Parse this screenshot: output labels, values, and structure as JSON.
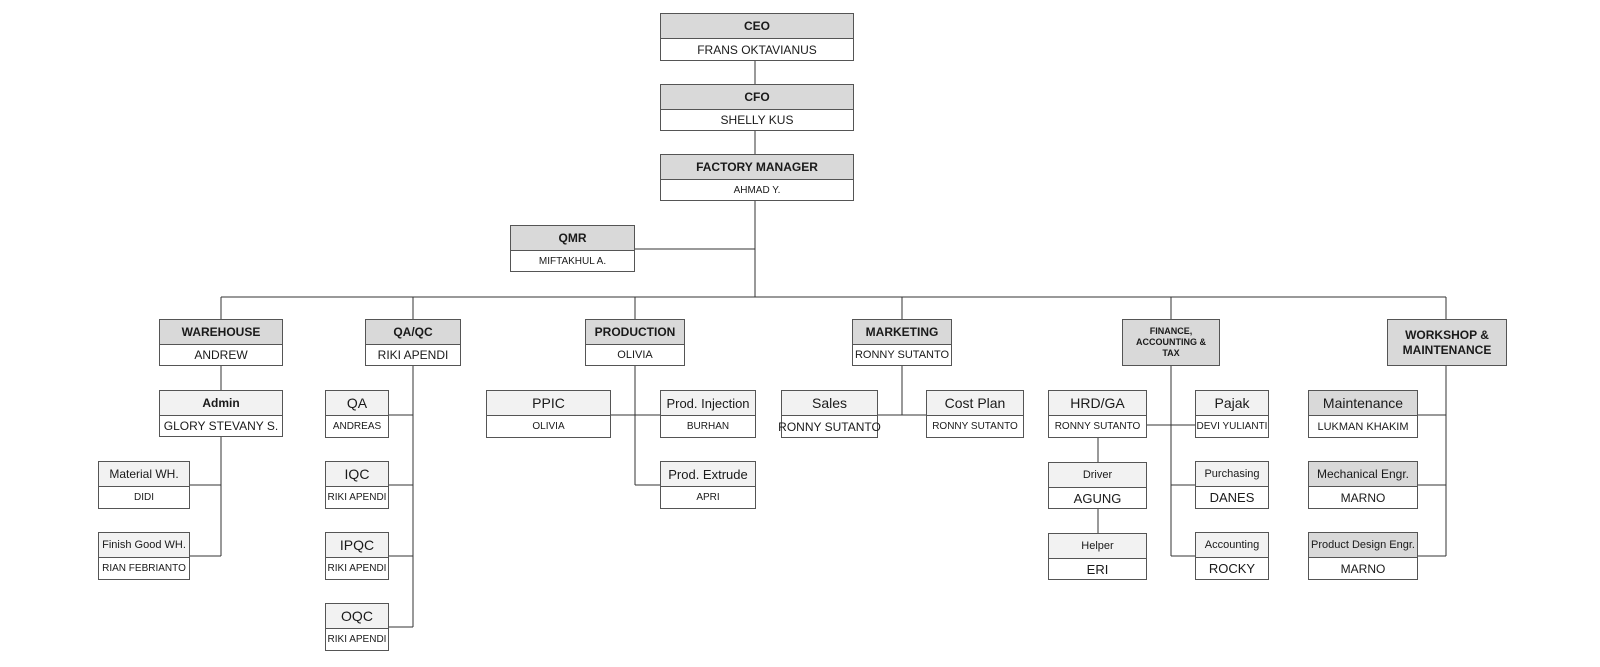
{
  "boxes": {
    "ceo": {
      "title": "CEO",
      "name": "FRANS OKTAVIANUS"
    },
    "cfo": {
      "title": "CFO",
      "name": "SHELLY KUS"
    },
    "fm": {
      "title": "FACTORY MANAGER",
      "name": "AHMAD Y."
    },
    "qmr": {
      "title": "QMR",
      "name": "MIFTAKHUL A."
    },
    "warehouse": {
      "title": "WAREHOUSE",
      "name": "ANDREW"
    },
    "qaqc": {
      "title": "QA/QC",
      "name": "RIKI APENDI"
    },
    "production": {
      "title": "PRODUCTION",
      "name": "OLIVIA"
    },
    "marketing": {
      "title": "MARKETING",
      "name": "RONNY SUTANTO"
    },
    "finance": {
      "title": "FINANCE, ACCOUNTING & TAX",
      "name": ""
    },
    "workshop": {
      "title": "WORKSHOP & MAINTENANCE",
      "name": ""
    },
    "admin": {
      "title": "Admin",
      "name": "GLORY STEVANY S."
    },
    "material_wh": {
      "title": "Material WH.",
      "name": "DIDI"
    },
    "finish_good_wh": {
      "title": "Finish Good WH.",
      "name": "RIAN FEBRIANTO"
    },
    "qa": {
      "title": "QA",
      "name": "ANDREAS"
    },
    "iqc": {
      "title": "IQC",
      "name": "RIKI APENDI"
    },
    "ipqc": {
      "title": "IPQC",
      "name": "RIKI APENDI"
    },
    "oqc": {
      "title": "OQC",
      "name": "RIKI APENDI"
    },
    "ppic": {
      "title": "PPIC",
      "name": "OLIVIA"
    },
    "prod_injection": {
      "title": "Prod. Injection",
      "name": "BURHAN"
    },
    "prod_extrude": {
      "title": "Prod. Extrude",
      "name": "APRI"
    },
    "sales": {
      "title": "Sales",
      "name": "RONNY SUTANTO"
    },
    "cost_plan": {
      "title": "Cost Plan",
      "name": "RONNY SUTANTO"
    },
    "hrd_ga": {
      "title": "HRD/GA",
      "name": "RONNY SUTANTO"
    },
    "pajak": {
      "title": "Pajak",
      "name": "DEVI YULIANTI"
    },
    "driver": {
      "title": "Driver",
      "name": "AGUNG"
    },
    "purchasing": {
      "title": "Purchasing",
      "name": "DANES"
    },
    "helper": {
      "title": "Helper",
      "name": "ERI"
    },
    "accounting": {
      "title": "Accounting",
      "name": "ROCKY"
    },
    "maintenance": {
      "title": "Maintenance",
      "name": "LUKMAN KHAKIM"
    },
    "mechanical_engr": {
      "title": "Mechanical Engr.",
      "name": "MARNO"
    },
    "product_design_engr": {
      "title": "Product Design Engr.",
      "name": "MARNO"
    }
  }
}
